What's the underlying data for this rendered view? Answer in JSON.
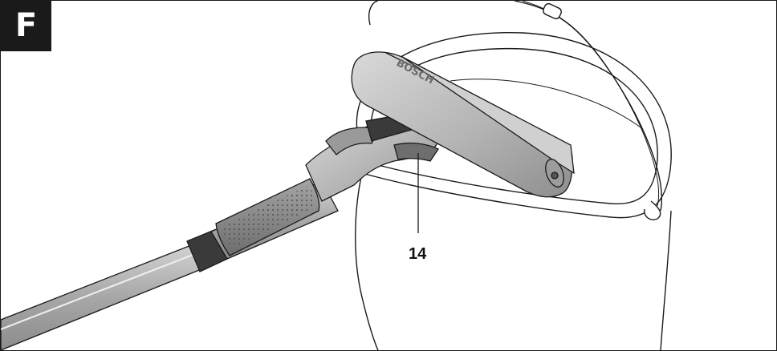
{
  "figure": {
    "label": "F",
    "callout_number": "14",
    "brand_text": "BOSCH"
  },
  "colors": {
    "outline": "#1a1a1a",
    "tool_body": "#b8b8b8",
    "tool_shadow": "#8a8a8a",
    "tool_highlight": "#e2e2e2",
    "grip": "#7a7a7a",
    "dark_parts": "#3a3a3a"
  }
}
